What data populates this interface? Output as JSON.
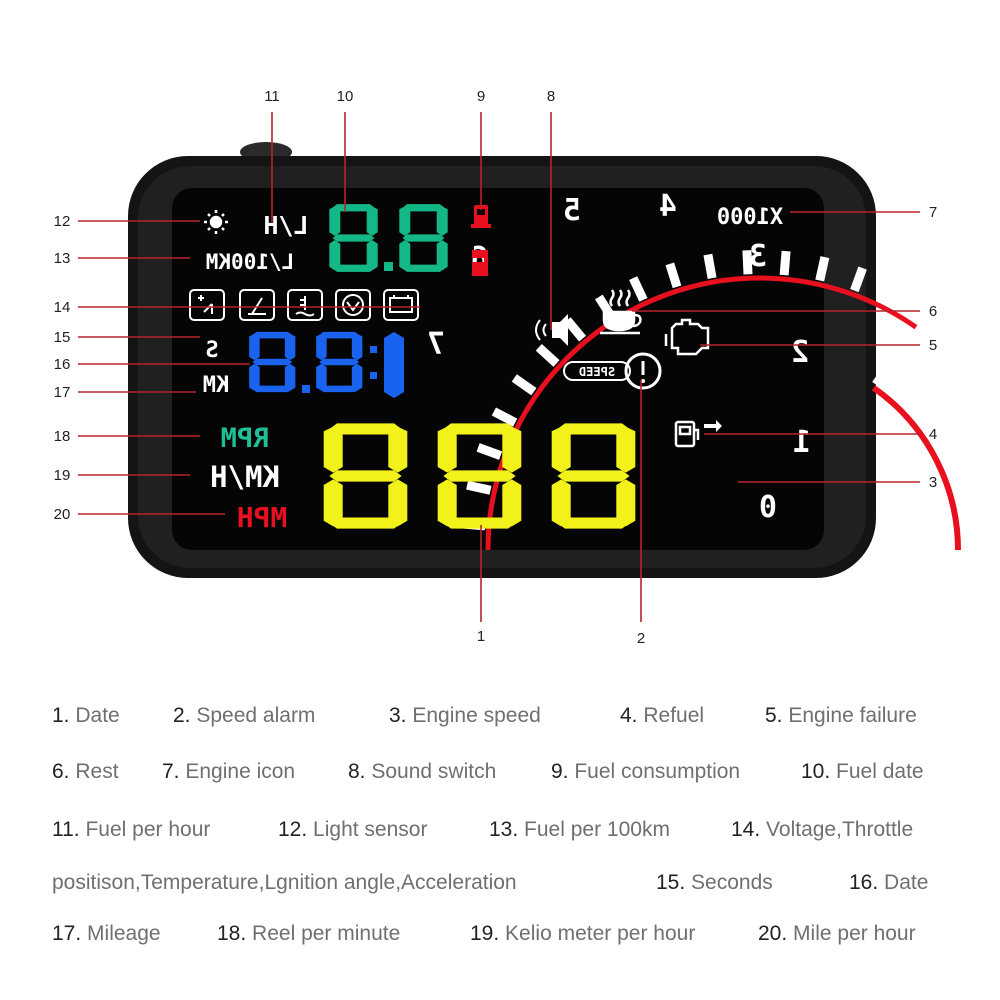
{
  "colors": {
    "callout_line": "#b8232a",
    "housing": "#151515",
    "screen": "#050505",
    "dial_red": "#e8101e",
    "dial_white": "#ffffff",
    "green": "#14b886",
    "blue": "#1a63ee",
    "yellow": "#f2f21a",
    "red": "#e8101e",
    "teal": "#1fbf98"
  },
  "callouts": [
    "1",
    "2",
    "3",
    "4",
    "5",
    "6",
    "7",
    "8",
    "9",
    "10",
    "11",
    "12",
    "13",
    "14",
    "15",
    "16",
    "17",
    "18",
    "19",
    "20"
  ],
  "display": {
    "lh": "L/H",
    "l100km": "L/100KM",
    "s": "S",
    "km": "KM",
    "rpm": "RPM",
    "kmh": "KM/H",
    "mph": "MPH",
    "x1000": "X1000",
    "speed_tag": "SPEED",
    "fuel_digits": "8.8",
    "time_digits": "8.8:",
    "speed_digits": "888",
    "dial_numbers": [
      "0",
      "1",
      "2",
      "3",
      "4",
      "5",
      "6",
      "7"
    ]
  },
  "legend": [
    [
      {
        "num": "1.",
        "text": "Date"
      },
      {
        "num": "2.",
        "text": "Speed alarm"
      },
      {
        "num": "3.",
        "text": "Engine speed"
      },
      {
        "num": "4.",
        "text": "Refuel"
      },
      {
        "num": "5.",
        "text": "Engine failure"
      }
    ],
    [
      {
        "num": "6.",
        "text": "Rest"
      },
      {
        "num": "7.",
        "text": "Engine icon"
      },
      {
        "num": "8.",
        "text": "Sound switch"
      },
      {
        "num": "9.",
        "text": "Fuel consumption"
      },
      {
        "num": "10.",
        "text": "Fuel date"
      }
    ],
    [
      {
        "num": "11.",
        "text": "Fuel per hour"
      },
      {
        "num": "12.",
        "text": "Light sensor"
      },
      {
        "num": "13.",
        "text": "Fuel per 100km"
      },
      {
        "num": "14.",
        "text": "Voltage,Throttle"
      }
    ],
    [
      {
        "num": "",
        "text": "positison,Temperature,Lgnition angle,Acceleration"
      },
      {
        "num": "15.",
        "text": "Seconds"
      },
      {
        "num": "16.",
        "text": "Date"
      }
    ],
    [
      {
        "num": "17.",
        "text": "Mileage"
      },
      {
        "num": "18.",
        "text": "Reel per minute"
      },
      {
        "num": "19.",
        "text": "Kelio meter per hour"
      },
      {
        "num": "20.",
        "text": "Mile per hour"
      }
    ]
  ]
}
